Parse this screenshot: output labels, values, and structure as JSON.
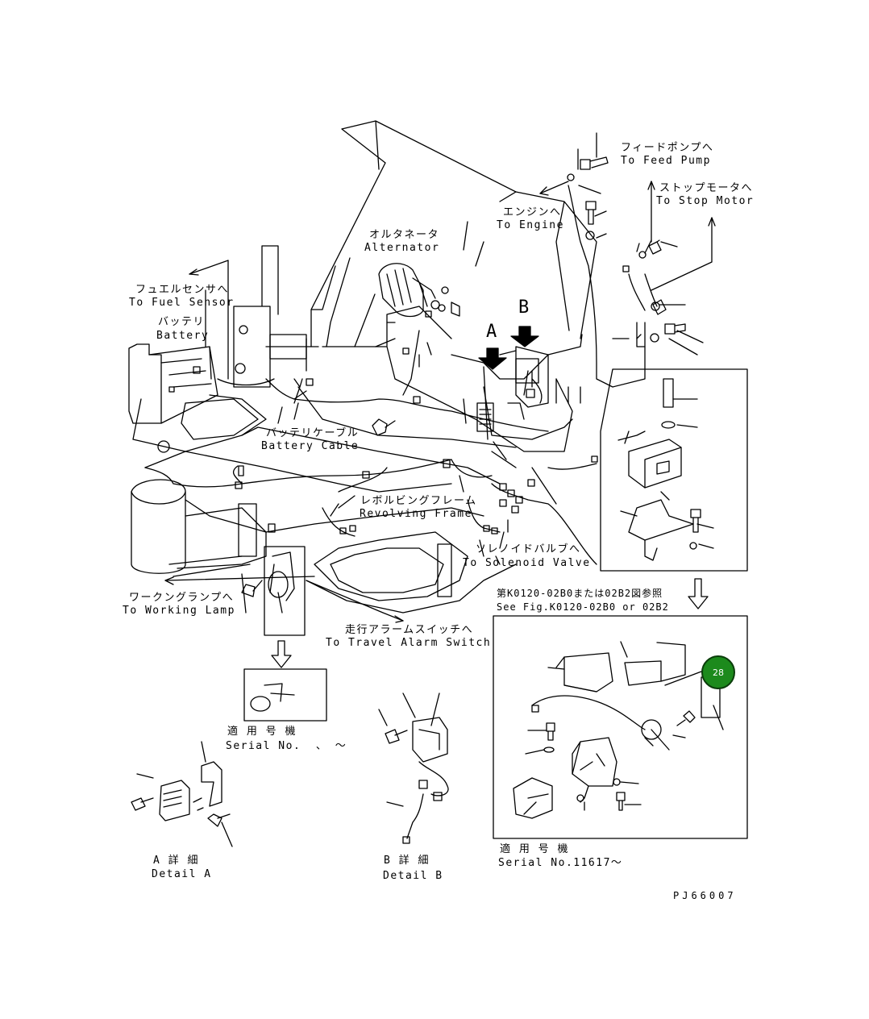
{
  "labels": {
    "feed_pump_jp": "フィードポンプへ",
    "feed_pump_en": "To Feed Pump",
    "stop_motor_jp": "ストップモータへ",
    "stop_motor_en": "To Stop Motor",
    "engine_jp": "エンジンへ",
    "engine_en": "To Engine",
    "alternator_jp": "オルタネータ",
    "alternator_en": "Alternator",
    "fuel_sensor_jp": "フュエルセンサへ",
    "fuel_sensor_en": "To Fuel Sensor",
    "battery_jp": "バッテリ",
    "battery_en": "Battery",
    "battery_cable_jp": "バッテリケーブル",
    "battery_cable_en": "Battery Cable",
    "revolving_frame_jp": "レボルビングフレーム",
    "revolving_frame_en": "Revolving Frame",
    "solenoid_valve_jp": "ソレノイドバルブへ",
    "solenoid_valve_en": "To Solenoid Valve",
    "working_lamp_jp": "ワークングランプへ",
    "working_lamp_en": "To Working Lamp",
    "travel_alarm_jp": "走行アラームスイッチへ",
    "travel_alarm_en": "To Travel Alarm Switch",
    "see_fig_jp": "第K0120-02B0または02B2図参照",
    "see_fig_en": "See Fig.K0120-02B0 or 02B2",
    "serial_jp_1": "適 用 号 機",
    "serial_en_1": "Serial No.  、 ～",
    "detail_a_jp": "A 詳 細",
    "detail_a_en": "Detail A",
    "detail_b_jp": "B 詳 細",
    "detail_b_en": "Detail B",
    "serial_jp_2": "適 用 号 機",
    "serial_en_2": "Serial No.11617～",
    "drawing_code": "PJ66007",
    "arrow_a": "A",
    "arrow_b": "B",
    "badge": "28"
  },
  "colors": {
    "line": "#000000",
    "badge_fill": "#1c8a1c",
    "badge_text": "#ffffff"
  }
}
